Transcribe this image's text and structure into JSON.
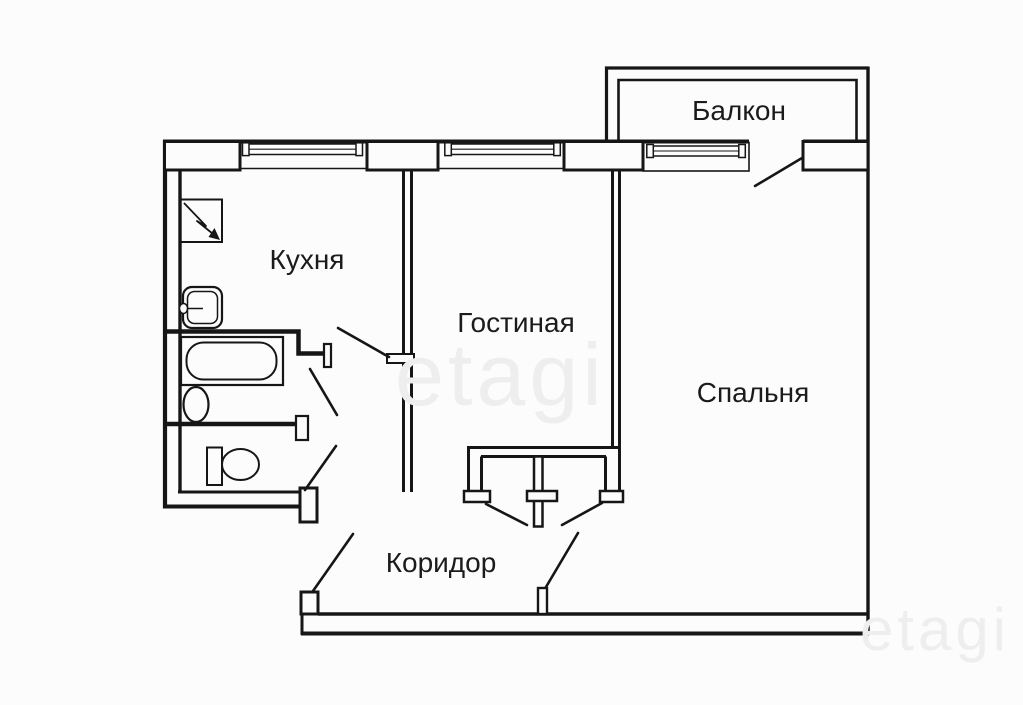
{
  "page": {
    "background": "#fcfcfc",
    "line_color": "#161616"
  },
  "watermark": {
    "text": "etagi",
    "color": "#eeeeee"
  },
  "rooms": {
    "balcony": {
      "label": "Балкон"
    },
    "kitchen": {
      "label": "Кухня"
    },
    "living": {
      "label": "Гостиная"
    },
    "bedroom": {
      "label": "Спальня"
    },
    "corridor": {
      "label": "Коридор"
    }
  },
  "fixtures": {
    "stove": "electric-stove",
    "kitchen_sink": "kitchen-sink",
    "bathtub": "bathtub",
    "washbasin": "washbasin",
    "toilet": "toilet"
  }
}
